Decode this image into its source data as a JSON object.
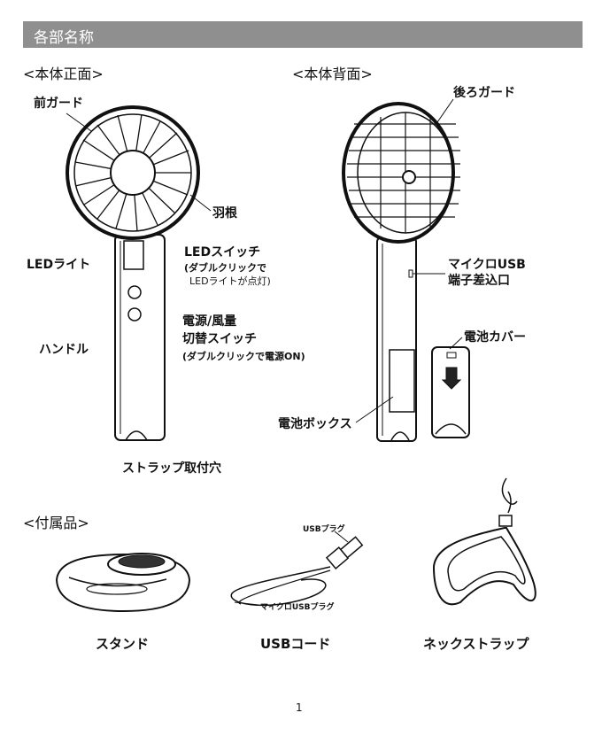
{
  "header": {
    "title": "各部名称"
  },
  "sections": {
    "front": "<本体正面>",
    "back": "<本体背面>",
    "accessories": "<付属品>"
  },
  "front": {
    "front_guard": "前ガード",
    "blades": "羽根",
    "led_light": "LEDライト",
    "led_switch": "LEDスイッチ",
    "led_switch_note_bold": "(ダブルクリックで",
    "led_switch_note": "LEDライトが点灯)",
    "power_switch_line1": "電源/風量",
    "power_switch_line2": "切替スイッチ",
    "power_switch_note": "(ダブルクリックで電源ON)",
    "handle": "ハンドル",
    "strap_hole": "ストラップ取付穴"
  },
  "back": {
    "rear_guard": "後ろガード",
    "usb_port_line1": "マイクロUSB",
    "usb_port_line2": "端子差込口",
    "battery_cover": "電池カバー",
    "battery_box": "電池ボックス"
  },
  "accessories": {
    "usb_plug": "USBプラグ",
    "micro_usb_plug": "マイクロUSBプラグ",
    "stand": "スタンド",
    "usb_cord": "USBコード",
    "neck_strap": "ネックストラップ"
  },
  "page_number": "1"
}
